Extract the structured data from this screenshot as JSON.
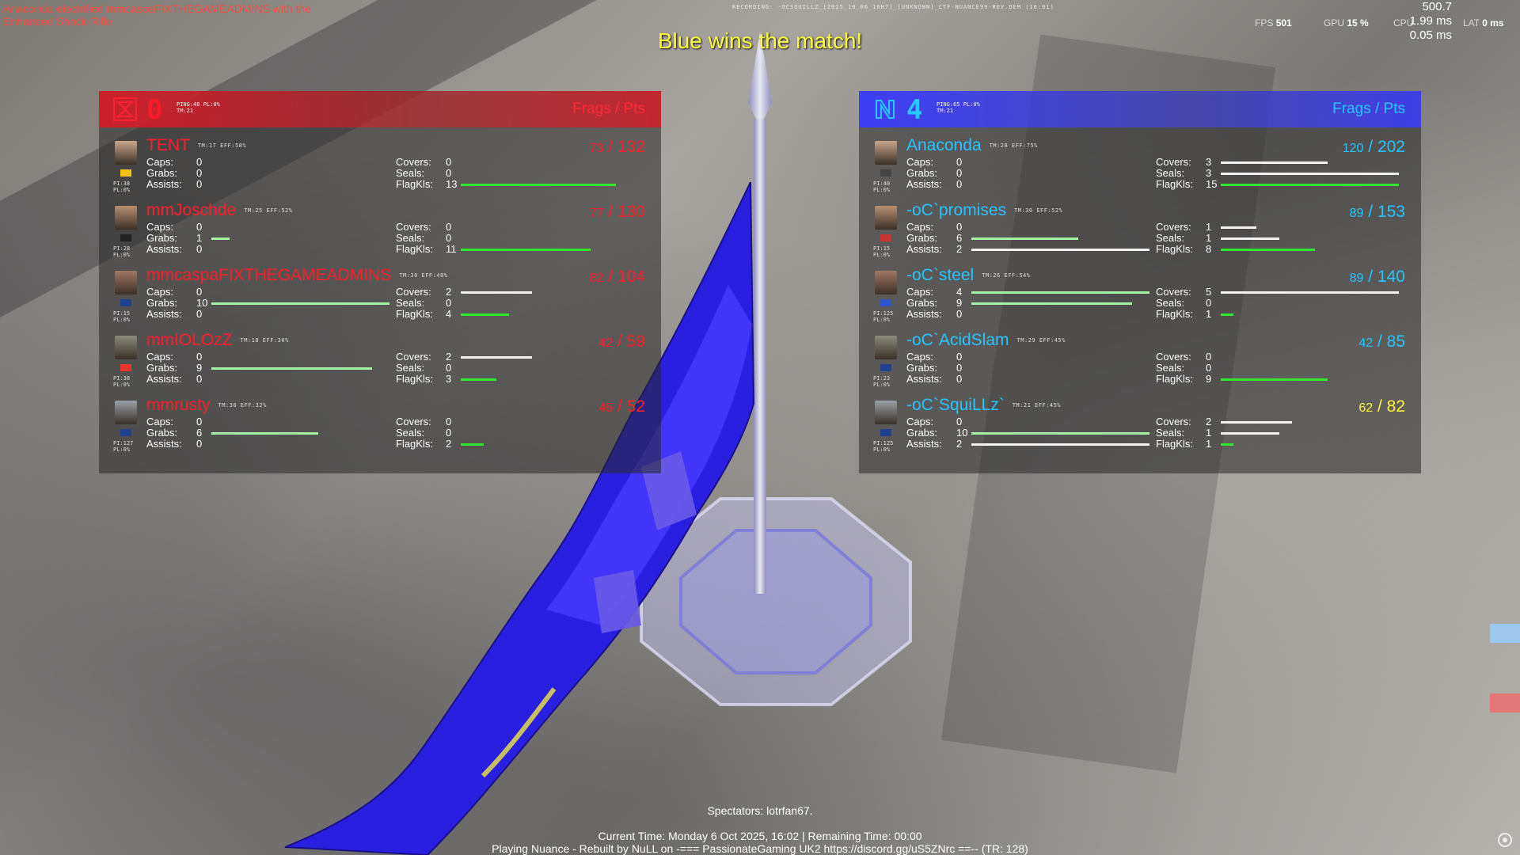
{
  "kill_message": "Anaconda electrified mmcaspaFIXTHEGAMEADMINS with the Enhanced Shock Rifle",
  "recording": "RECORDING: -OCSQUILLZ_[2025_10_06_16H7]_[UNKNOWN]_CTF-NUANCE99-REV.DEM (16:01)",
  "announcement": "Blue wins the match!",
  "perf": {
    "fps_label": "FPS",
    "fps": "501",
    "gpu_label": "GPU",
    "gpu": "15 %",
    "cpu_label": "CPU",
    "lat_label": "LAT",
    "lat": "0 ms",
    "frame_top": "500.7",
    "frame_mid": "1.99 ms",
    "frame_bot": "0.05 ms"
  },
  "red_team": {
    "score": "0",
    "ping": "PING:48 PL:0%",
    "tm": "TM:21",
    "header": "Frags / Pts",
    "players": [
      {
        "name": "TENT",
        "meta": "TM:17 EFF:58%",
        "frags": "73",
        "pts": "132",
        "pi": "PI:38",
        "pl": "PL:0%",
        "caps": "0",
        "grabs": "0",
        "assists": "0",
        "covers": "0",
        "seals": "0",
        "flagkls": "13",
        "bars": {
          "caps": 0,
          "grabs": 0,
          "assists": 0,
          "covers": 0,
          "seals": 0,
          "flagkls": 0.87
        }
      },
      {
        "name": "mmJoschde",
        "meta": "TM:25 EFF:52%",
        "frags": "77",
        "pts": "130",
        "pi": "PI:28",
        "pl": "PL:0%",
        "caps": "0",
        "grabs": "1",
        "assists": "0",
        "covers": "0",
        "seals": "0",
        "flagkls": "11",
        "bars": {
          "caps": 0,
          "grabs": 0.1,
          "assists": 0,
          "covers": 0,
          "seals": 0,
          "flagkls": 0.73
        }
      },
      {
        "name": "mmcaspaFIXTHEGAMEADMINS",
        "meta": "TM:30 EFF:48%",
        "frags": "82",
        "pts": "104",
        "pi": "PI:15",
        "pl": "PL:0%",
        "caps": "0",
        "grabs": "10",
        "assists": "0",
        "covers": "2",
        "seals": "0",
        "flagkls": "4",
        "bars": {
          "caps": 0,
          "grabs": 1,
          "assists": 0,
          "covers": 0.4,
          "seals": 0,
          "flagkls": 0.27
        }
      },
      {
        "name": "mmIOLOzZ",
        "meta": "TM:18 EFF:30%",
        "frags": "42",
        "pts": "59",
        "pi": "PI:38",
        "pl": "PL:0%",
        "caps": "0",
        "grabs": "9",
        "assists": "0",
        "covers": "2",
        "seals": "0",
        "flagkls": "3",
        "bars": {
          "caps": 0,
          "grabs": 0.9,
          "assists": 0,
          "covers": 0.4,
          "seals": 0,
          "flagkls": 0.2
        }
      },
      {
        "name": "mmrusty",
        "meta": "TM:30 EFF:32%",
        "frags": "45",
        "pts": "52",
        "pi": "PI:127",
        "pl": "PL:0%",
        "caps": "0",
        "grabs": "6",
        "assists": "0",
        "covers": "0",
        "seals": "0",
        "flagkls": "2",
        "bars": {
          "caps": 0,
          "grabs": 0.6,
          "assists": 0,
          "covers": 0,
          "seals": 0,
          "flagkls": 0.13
        }
      }
    ]
  },
  "blue_team": {
    "score": "4",
    "ping": "PING:65 PL:0%",
    "tm": "TM:21",
    "header": "Frags / Pts",
    "players": [
      {
        "name": "Anaconda",
        "meta": "TM:28 EFF:75%",
        "frags": "120",
        "pts": "202",
        "pi": "PI:40",
        "pl": "PL:0%",
        "caps": "0",
        "grabs": "0",
        "assists": "0",
        "covers": "3",
        "seals": "3",
        "flagkls": "15",
        "bars": {
          "caps": 0,
          "grabs": 0,
          "assists": 0,
          "covers": 0.6,
          "seals": 1,
          "flagkls": 1
        }
      },
      {
        "name": "-oC`promises",
        "meta": "TM:30 EFF:52%",
        "frags": "89",
        "pts": "153",
        "pi": "PI:15",
        "pl": "PL:0%",
        "caps": "0",
        "grabs": "6",
        "assists": "2",
        "covers": "1",
        "seals": "1",
        "flagkls": "8",
        "bars": {
          "caps": 0,
          "grabs": 0.6,
          "assists": 1,
          "covers": 0.2,
          "seals": 0.33,
          "flagkls": 0.53
        }
      },
      {
        "name": "-oC`steel",
        "meta": "TM:26 EFF:54%",
        "frags": "89",
        "pts": "140",
        "pi": "PI:125",
        "pl": "PL:0%",
        "caps": "4",
        "grabs": "9",
        "assists": "0",
        "covers": "5",
        "seals": "0",
        "flagkls": "1",
        "bars": {
          "caps": 1,
          "grabs": 0.9,
          "assists": 0,
          "covers": 1,
          "seals": 0,
          "flagkls": 0.07
        }
      },
      {
        "name": "-oC`AcidSlam",
        "meta": "TM:29 EFF:45%",
        "frags": "42",
        "pts": "85",
        "pi": "PI:23",
        "pl": "PL:0%",
        "caps": "0",
        "grabs": "0",
        "assists": "0",
        "covers": "0",
        "seals": "0",
        "flagkls": "9",
        "bars": {
          "caps": 0,
          "grabs": 0,
          "assists": 0,
          "covers": 0,
          "seals": 0,
          "flagkls": 0.6
        }
      },
      {
        "name": "-oC`SquiLLz`",
        "meta": "TM:21 EFF:45%",
        "frags": "62",
        "pts": "82",
        "pi": "PI:125",
        "pl": "PL:0%",
        "highlight": true,
        "caps": "0",
        "grabs": "10",
        "assists": "2",
        "covers": "2",
        "seals": "1",
        "flagkls": "1",
        "bars": {
          "caps": 0,
          "grabs": 1,
          "assists": 1,
          "covers": 0.4,
          "seals": 0.33,
          "flagkls": 0.07
        }
      }
    ]
  },
  "labels": {
    "caps": "Caps:",
    "grabs": "Grabs:",
    "assists": "Assists:",
    "covers": "Covers:",
    "seals": "Seals:",
    "flagkls": "FlagKls:"
  },
  "spectators": "Spectators: lotrfan67.",
  "current_time": "Current Time: Monday 6 Oct 2025, 16:02 | Remaining Time: 00:00",
  "server": "Playing Nuance - Rebuilt by NuLL on -=== PassionateGaming UK2 https://discord.gg/uS5ZNrc ==-- (TR: 128)",
  "colors": {
    "red_team": "#ff1e2d",
    "blue_team": "#26c4ff",
    "announce": "#ffff3a",
    "bar_green": "#33e633"
  }
}
